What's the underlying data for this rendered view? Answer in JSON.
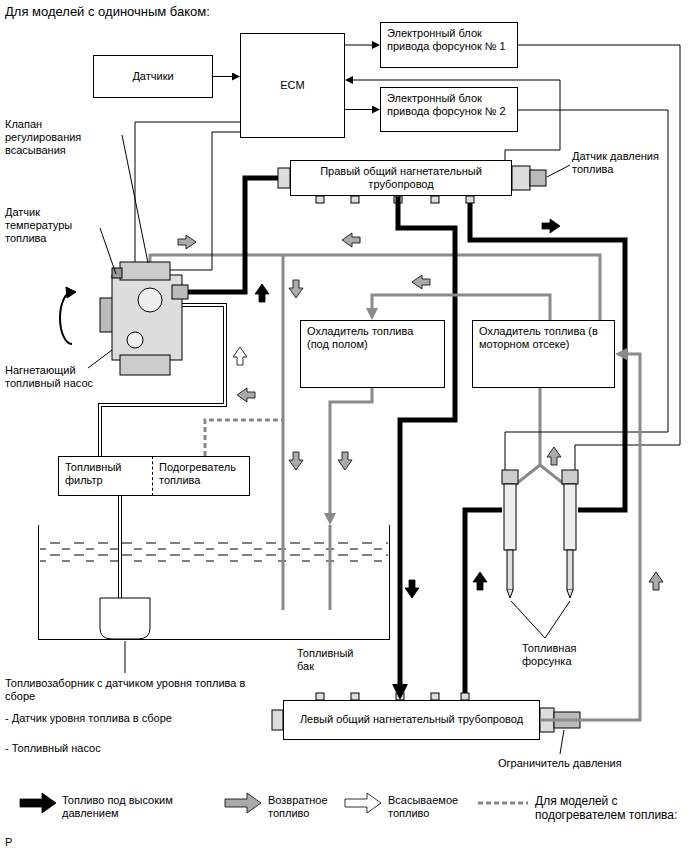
{
  "diagram": {
    "title": "Для моделей с одиночным баком:",
    "nodes": [
      {
        "text": [
          "Датчики"
        ]
      },
      {
        "text": [
          "ECM"
        ]
      },
      {
        "text": [
          "Электронный блок привода форсунок № 1"
        ]
      },
      {
        "text": [
          "Электронный блок привода форсунок № 2"
        ]
      },
      {
        "text": [
          "Правый общий нагнетательный трубопровод"
        ]
      },
      {
        "text": [
          "Охладитель топлива (под полом)"
        ]
      },
      {
        "text": [
          "Охладитель топлива (в моторном отсеке)"
        ]
      },
      {
        "text": [
          "Топливный фильтр"
        ]
      },
      {
        "text": [
          "Подогреватель топлива"
        ]
      },
      {
        "text": [
          "Топливный бак"
        ]
      },
      {
        "text": [
          "Левый общий нагнетательный трубопровод"
        ]
      }
    ],
    "edges": [
      {
        "from": 0,
        "to": 1,
        "arrow": "to"
      },
      {
        "from": 1,
        "to": 2,
        "arrow": "to"
      },
      {
        "from": 1,
        "to": 3,
        "arrow": "to"
      },
      {
        "from": 4,
        "to": 1,
        "arrow": "to"
      },
      {
        "from": 4,
        "to": 10,
        "arrow": "to"
      },
      {
        "from": 6,
        "to": 5,
        "arrow": "to"
      },
      {
        "from": 5,
        "to": 9,
        "arrow": "to"
      },
      {
        "from": 10,
        "to": 6,
        "arrow": "to"
      },
      {
        "from": 9,
        "to": 7,
        "arrow": "none"
      }
    ],
    "labels": [
      "Клапан регулирования всасывания",
      "Датчик температуры топлива",
      "Нагнетающий топливный насос",
      "Датчик давления топлива",
      "Топливная форсунка",
      "Топливозаборник с датчиком уровня топлива в сборе",
      "- Датчик уровня топлива в сборе",
      "- Топливный насос",
      "Ограничитель давления",
      "P"
    ],
    "legend": [
      {
        "text": "Топливо под высоким давлением"
      },
      {
        "text": "Возвратное топливо"
      },
      {
        "text": "Всасываемое топливо"
      },
      {
        "text": "Для моделей с подогревателем топлива:"
      }
    ]
  }
}
